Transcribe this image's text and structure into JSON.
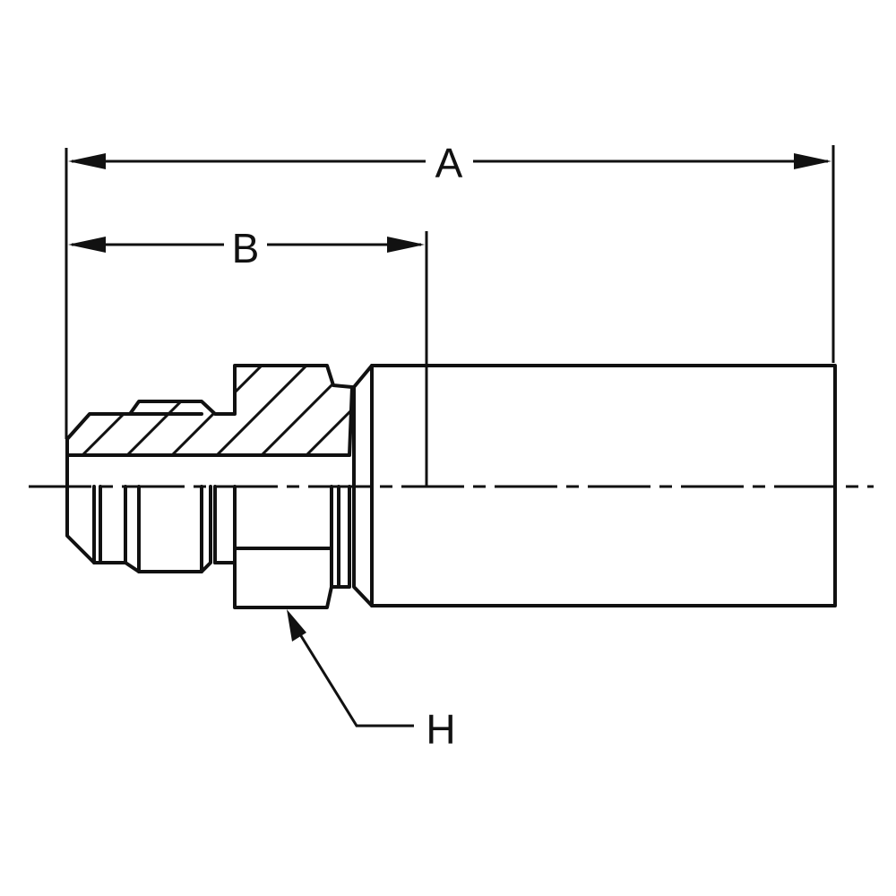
{
  "dimensions": {
    "overall_length_label": "A",
    "cutoff_length_label": "B",
    "hex_size_label": "H"
  }
}
